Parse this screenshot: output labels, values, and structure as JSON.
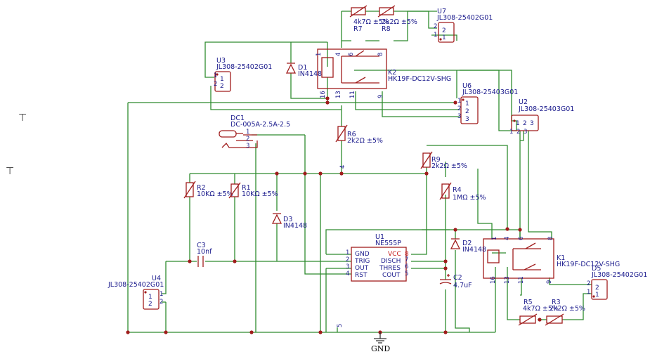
{
  "left_marks": [
    "⊤",
    "⊤"
  ],
  "ground_label": "GND",
  "parts": {
    "U1": {
      "ref": "U1",
      "value": "NE555P",
      "pins_left": [
        {
          "num": "1",
          "name": "GND"
        },
        {
          "num": "2",
          "name": "TRIG"
        },
        {
          "num": "3",
          "name": "OUT"
        },
        {
          "num": "4",
          "name": "RST"
        }
      ],
      "pins_right": [
        {
          "num": "8",
          "name": "VCC"
        },
        {
          "num": "7",
          "name": "DISCH"
        },
        {
          "num": "6",
          "name": "THRES"
        },
        {
          "num": "5",
          "name": "COUT"
        }
      ]
    },
    "U2": {
      "ref": "U2",
      "value": "JL308-25403G01",
      "pins": [
        "1",
        "2",
        "3"
      ]
    },
    "U3": {
      "ref": "U3",
      "value": "JL308-25402G01",
      "pins": [
        "1",
        "2"
      ]
    },
    "U4": {
      "ref": "U4",
      "value": "JL308-25402G01",
      "pins": [
        "1",
        "2"
      ]
    },
    "U6": {
      "ref": "U6",
      "value": "JL308-25403G01",
      "pins": [
        "1",
        "2",
        "3"
      ]
    },
    "U7": {
      "ref": "U7",
      "value": "JL308-25402G01",
      "pins": [
        "2",
        "1"
      ]
    },
    "D5": {
      "ref": "D5",
      "value": "JL308-25402G01",
      "pins": [
        "2",
        "1"
      ]
    },
    "K1": {
      "ref": "K1",
      "value": "HK19F-DC12V-SHG",
      "pins": [
        "1",
        "6",
        "4",
        "8",
        "16",
        "13",
        "11",
        "9"
      ]
    },
    "K2": {
      "ref": "K2",
      "value": "HK19F-DC12V-SHG",
      "pins": [
        "1",
        "4",
        "6",
        "8",
        "16",
        "13",
        "11",
        "9"
      ]
    },
    "DC1": {
      "ref": "DC1",
      "value": "DC-005A-2.5A-2.5",
      "pins": [
        "1",
        "2",
        "3"
      ]
    },
    "D1": {
      "ref": "D1",
      "value": "IN4148"
    },
    "D2": {
      "ref": "D2",
      "value": "IN4148"
    },
    "D3": {
      "ref": "D3",
      "value": "IN4148"
    },
    "R1": {
      "ref": "R1",
      "value": "10KΩ ±5%"
    },
    "R2": {
      "ref": "R2",
      "value": "10KΩ ±5%"
    },
    "R3": {
      "ref": "R3",
      "value": "2k2Ω ±5%"
    },
    "R4": {
      "ref": "R4",
      "value": "1MΩ ±5%"
    },
    "R5": {
      "ref": "R5",
      "value": "4k7Ω ±5%"
    },
    "R6": {
      "ref": "R6",
      "value": "2k2Ω ±5%"
    },
    "R7": {
      "ref": "R7",
      "value": "4k7Ω ±5%"
    },
    "R8": {
      "ref": "R8",
      "value": "2k2Ω ±5%"
    },
    "R9": {
      "ref": "R9",
      "value": "2k2Ω ±5%"
    },
    "C2": {
      "ref": "C2",
      "value": "4.7uF"
    },
    "C3": {
      "ref": "C3",
      "value": "10nf"
    }
  },
  "net_labels": {
    "n4": "4",
    "n5": "5"
  }
}
